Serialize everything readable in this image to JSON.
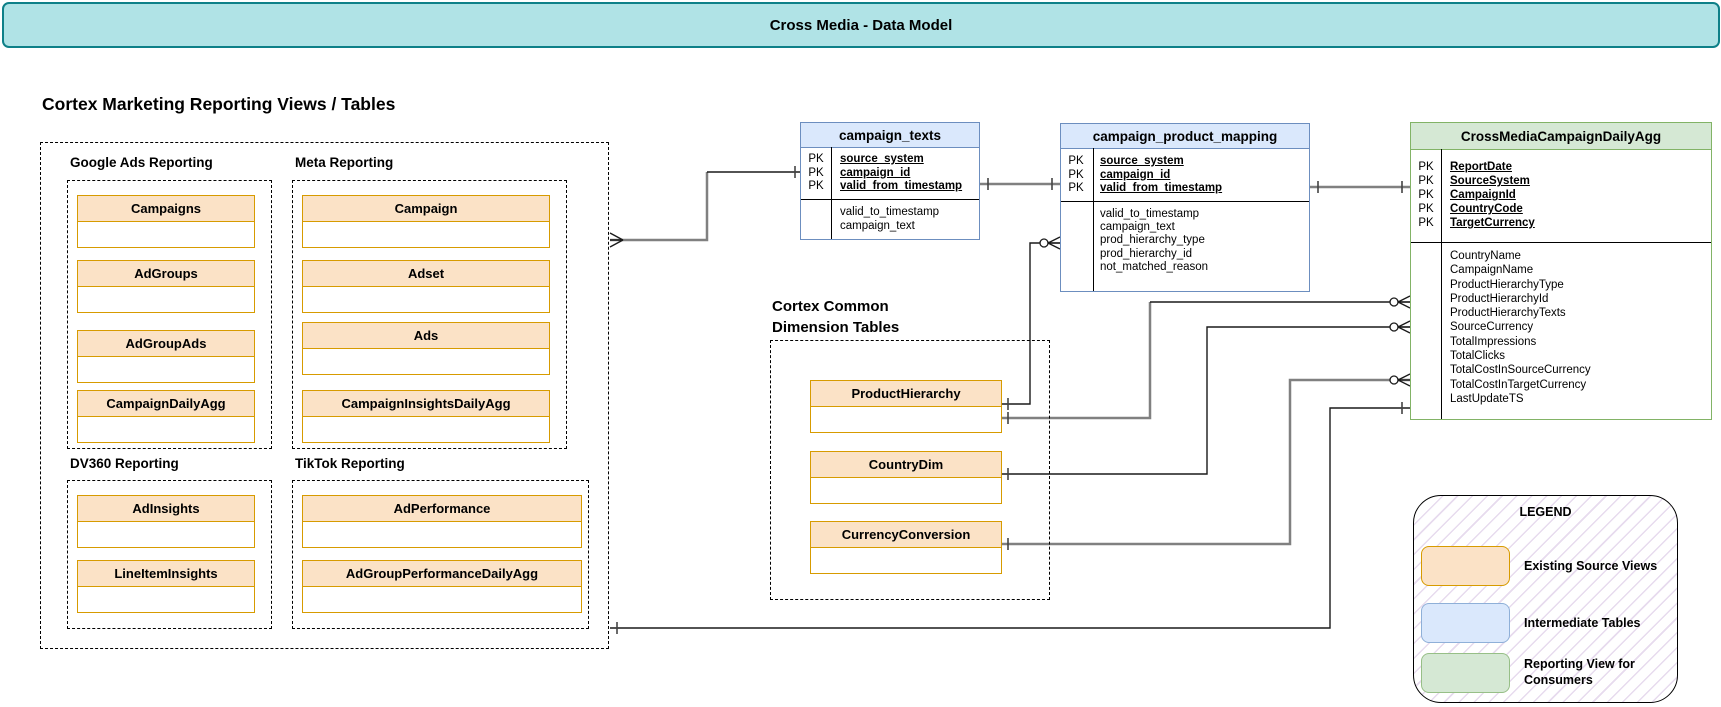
{
  "title_bar": {
    "text": "Cross Media - Data Model"
  },
  "colors": {
    "title_fill": "#b0e3e6",
    "title_stroke": "#0e8088",
    "orange_fill": "#fbe2c6",
    "orange_stroke": "#d79b00",
    "blue_fill": "#dae8fc",
    "blue_stroke": "#6c8ebf",
    "green_fill": "#d5e8d4",
    "green_stroke": "#82b366",
    "connector_thin": "#1a1a1a",
    "connector_thick": "#808080",
    "legend_hatch": "#e7dbee"
  },
  "left_section": {
    "heading": "Cortex Marketing Reporting Views / Tables",
    "groups": [
      {
        "label": "Google Ads Reporting",
        "tables": [
          "Campaigns",
          "AdGroups",
          "AdGroupAds",
          "CampaignDailyAgg"
        ]
      },
      {
        "label": "Meta Reporting",
        "tables": [
          "Campaign",
          "Adset",
          "Ads",
          "CampaignInsightsDailyAgg"
        ]
      },
      {
        "label": "DV360 Reporting",
        "tables": [
          "AdInsights",
          "LineItemInsights"
        ]
      },
      {
        "label": "TikTok Reporting",
        "tables": [
          "AdPerformance",
          "AdGroupPerformanceDailyAgg"
        ]
      }
    ]
  },
  "dimension_section": {
    "heading_line1": "Cortex Common",
    "heading_line2": "Dimension Tables",
    "tables": [
      "ProductHierarchy",
      "CountryDim",
      "CurrencyConversion"
    ]
  },
  "er": {
    "pk_label": "PK",
    "campaign_texts": {
      "title": "campaign_texts",
      "pk_fields": [
        "source_system",
        "campaign_id",
        "valid_from_timestamp"
      ],
      "fields": [
        "valid_to_timestamp",
        "campaign_text"
      ]
    },
    "campaign_product_mapping": {
      "title": "campaign_product_mapping",
      "pk_fields": [
        "source_system",
        "campaign_id",
        "valid_from_timestamp"
      ],
      "fields": [
        "valid_to_timestamp",
        "campaign_text",
        "prod_hierarchy_type",
        "prod_hierarchy_id",
        "not_matched_reason"
      ]
    },
    "cross_media": {
      "title": "CrossMediaCampaignDailyAgg",
      "pk_fields": [
        "ReportDate",
        "SourceSystem",
        "CampaignId",
        "CountryCode",
        "TargetCurrency"
      ],
      "fields": [
        "CountryName",
        "CampaignName",
        "ProductHierarchyType",
        "ProductHierarchyId",
        "ProductHierarchyTexts",
        "SourceCurrency",
        "TotalImpressions",
        "TotalClicks",
        "TotalCostInSourceCurrency",
        "TotalCostInTargetCurrency",
        "LastUpdateTS"
      ]
    }
  },
  "legend": {
    "title": "LEGEND",
    "items": [
      {
        "label": "Existing Source Views",
        "fill": "#fbe2c6",
        "stroke": "#d79b00"
      },
      {
        "label": "Intermediate Tables",
        "fill": "#dae8fc",
        "stroke": "#6c8ebf"
      },
      {
        "label": "Reporting View for Consumers",
        "fill": "#d5e8d4",
        "stroke": "#82b366"
      }
    ]
  }
}
